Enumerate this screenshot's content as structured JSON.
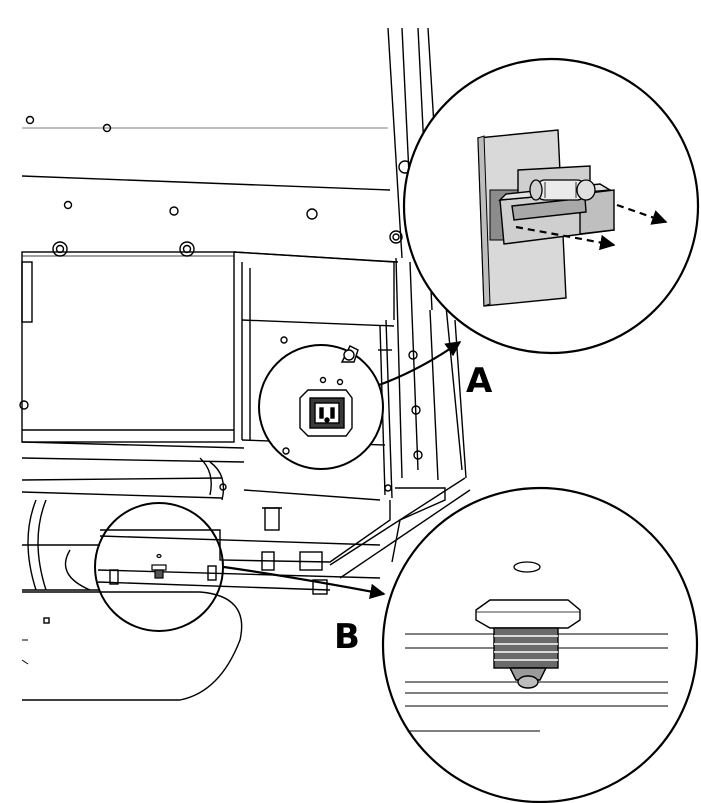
{
  "callouts": {
    "a": {
      "label": "A",
      "detail": "fuse-holder-drawer"
    },
    "b": {
      "label": "B",
      "detail": "leveling-foot-screw"
    }
  },
  "colors": {
    "line": "#000000",
    "panel_gray": "#d9d9d9",
    "holder_gray": "#cfcfcf",
    "fuse_glass": "#ebebeb",
    "background": "#ffffff"
  },
  "icons": {
    "power_inlet": "power-inlet-icon",
    "fuse_arrow": "dashed-arrow-icon"
  }
}
